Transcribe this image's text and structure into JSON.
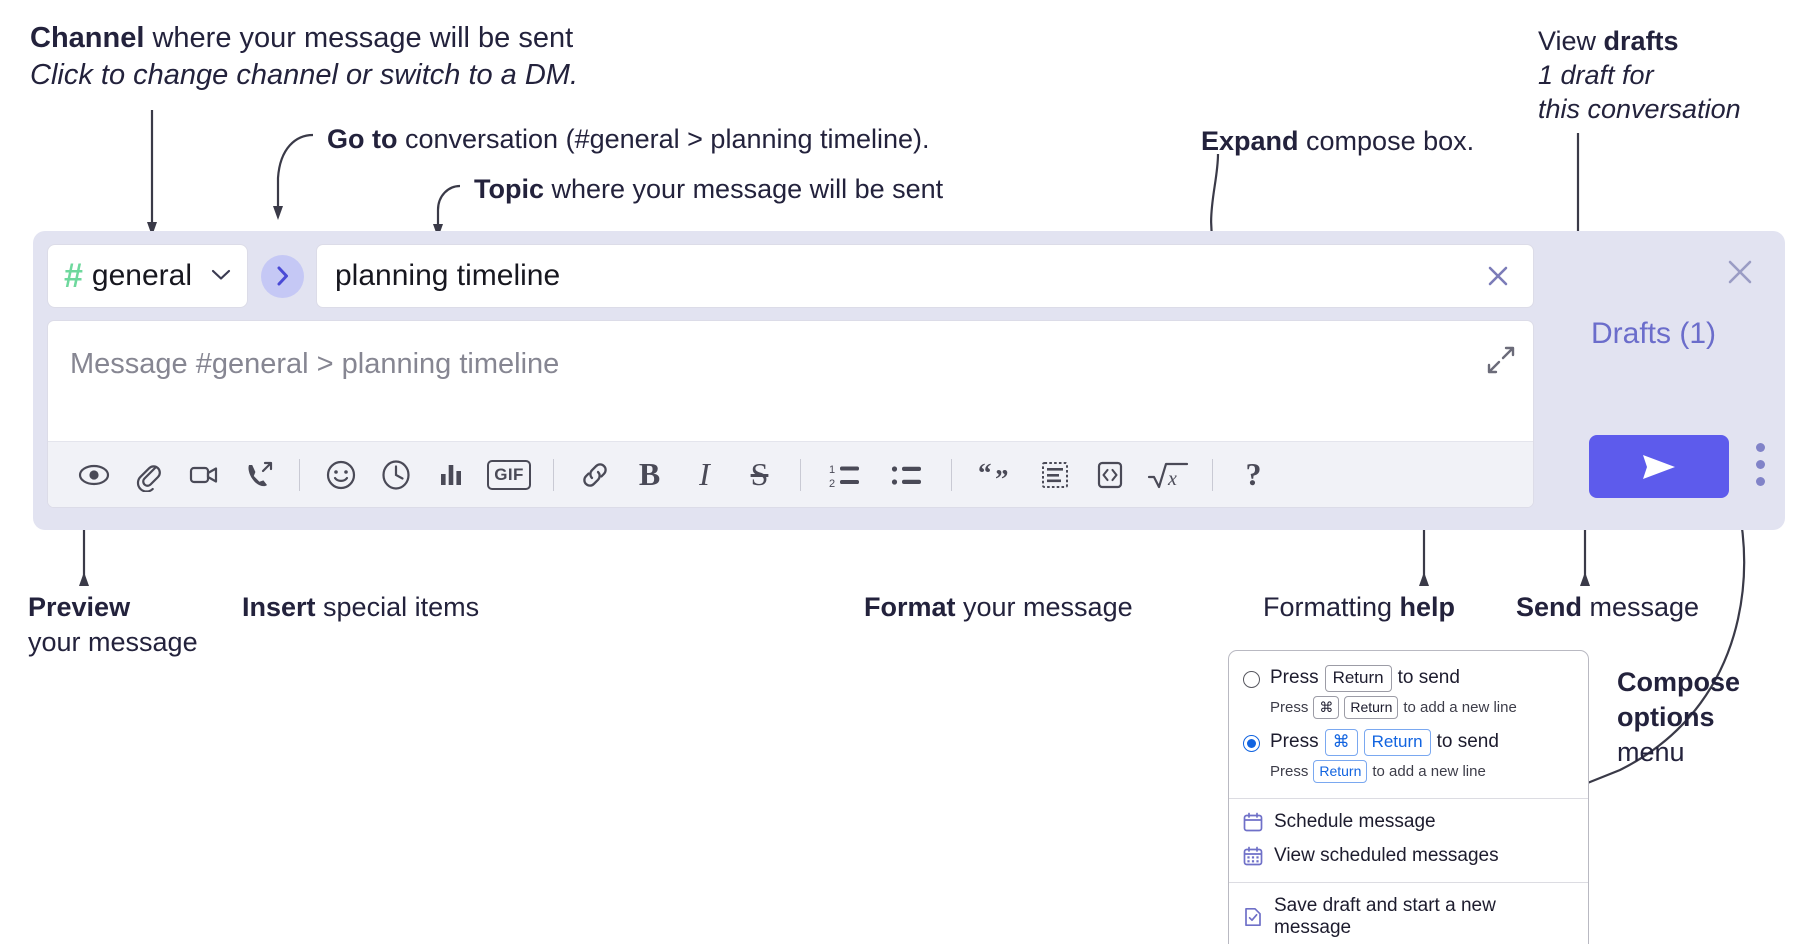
{
  "annotations": {
    "channel": {
      "bold": "Channel",
      "rest": " where your message will be sent",
      "italic": "Click to change channel or switch to a DM."
    },
    "goto": {
      "bold": "Go to",
      "rest": " conversation (#general > planning timeline)."
    },
    "topic": {
      "bold": "Topic",
      "rest": " where your message will be sent"
    },
    "expand": {
      "bold": "Expand",
      "rest": " compose box."
    },
    "drafts": {
      "plain": "View ",
      "bold": "drafts",
      "italic1": "1 draft for",
      "italic2": "this conversation"
    },
    "preview": {
      "bold": "Preview",
      "line2": "your message"
    },
    "insert": {
      "bold": "Insert",
      "rest": " special items"
    },
    "format": {
      "bold": "Format",
      "rest": " your message"
    },
    "help": {
      "plain": "Formatting ",
      "bold": "help"
    },
    "send": {
      "bold": "Send",
      "rest": " message"
    },
    "compose_options": {
      "bold1": "Compose",
      "bold2": "options",
      "plain": "menu"
    }
  },
  "compose": {
    "channel": {
      "hash": "#",
      "name": "general",
      "chevron": "chevron-down-icon"
    },
    "goto_button": "goto-conversation-icon",
    "topic": {
      "value": "planning timeline",
      "clear": "close-icon"
    },
    "message": {
      "placeholder": "Message #general > planning timeline",
      "value": ""
    },
    "expand": "expand-icon",
    "toolbar": [
      {
        "name": "preview-icon",
        "glyph": "eye"
      },
      {
        "name": "attachment-icon",
        "glyph": "paperclip"
      },
      {
        "name": "video-clip-icon",
        "glyph": "video"
      },
      {
        "name": "audio-clip-icon",
        "glyph": "phone"
      },
      {
        "sep": true
      },
      {
        "name": "emoji-icon",
        "glyph": "smiley"
      },
      {
        "name": "scheduled-icon",
        "glyph": "clock"
      },
      {
        "name": "poll-icon",
        "glyph": "bars"
      },
      {
        "name": "gif-icon",
        "glyph": "gif",
        "label": "GIF"
      },
      {
        "sep": true
      },
      {
        "name": "link-icon",
        "glyph": "link"
      },
      {
        "name": "bold-icon",
        "glyph": "B",
        "label": "B"
      },
      {
        "name": "italic-icon",
        "glyph": "I",
        "label": "I"
      },
      {
        "name": "strikethrough-icon",
        "glyph": "S",
        "label": "S"
      },
      {
        "sep": true
      },
      {
        "name": "ordered-list-icon",
        "glyph": "olist"
      },
      {
        "name": "bulleted-list-icon",
        "glyph": "ulist"
      },
      {
        "sep": true
      },
      {
        "name": "blockquote-icon",
        "glyph": "quote"
      },
      {
        "name": "code-block-icon",
        "glyph": "codeblock"
      },
      {
        "name": "inline-code-icon",
        "glyph": "code"
      },
      {
        "name": "latex-icon",
        "glyph": "sqrtx"
      },
      {
        "sep": true
      },
      {
        "name": "formatting-help-icon",
        "glyph": "?",
        "label": "?"
      }
    ],
    "close": "close-icon",
    "drafts_link": "Drafts (1)",
    "send_button": "send-icon",
    "compose_options_button": "kebab-menu-icon"
  },
  "menu": {
    "options": [
      {
        "selected": false,
        "main": [
          {
            "t": "Press"
          },
          {
            "k": "Return"
          },
          {
            "t": "to send"
          }
        ],
        "sub": [
          {
            "t": "Press"
          },
          {
            "k": "⌘"
          },
          {
            "k": "Return"
          },
          {
            "t": "to add a new line"
          }
        ]
      },
      {
        "selected": true,
        "main": [
          {
            "t": "Press"
          },
          {
            "k": "⌘",
            "blue": true
          },
          {
            "k": "Return",
            "blue": true
          },
          {
            "t": "to send"
          }
        ],
        "sub": [
          {
            "t": "Press"
          },
          {
            "k": "Return",
            "blue": true
          },
          {
            "t": "to add a new line"
          }
        ]
      }
    ],
    "items": [
      {
        "icon": "calendar-icon",
        "label": "Schedule message"
      },
      {
        "icon": "calendar-grid-icon",
        "label": "View scheduled messages"
      },
      {
        "divider_before": true,
        "icon": "save-draft-icon",
        "label": "Save draft and start a new message"
      }
    ]
  },
  "colors": {
    "accent": "#5d5bec",
    "compose_bg": "#e2e3f1",
    "hash_green": "#6ed89d",
    "drafts_purple": "#6b6dcb",
    "menu_blue": "#1264e0",
    "menu_icon_purple": "#6f70c8"
  }
}
